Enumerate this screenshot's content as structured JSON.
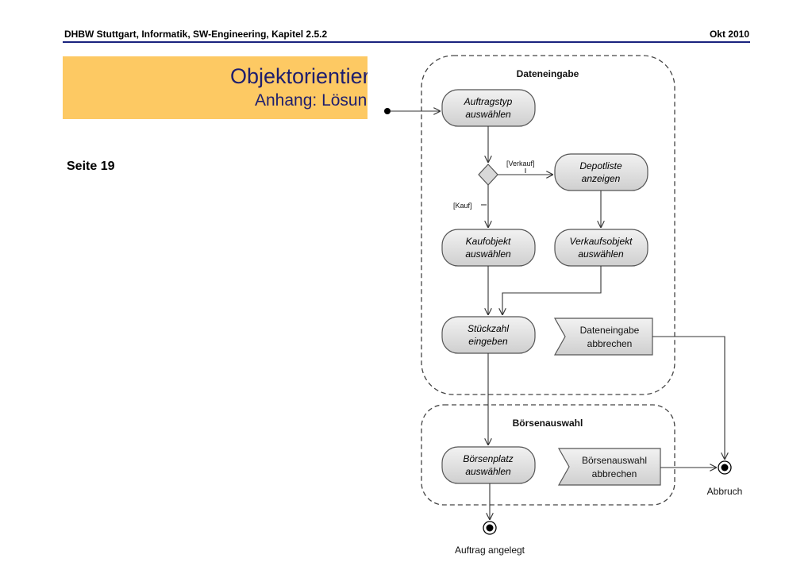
{
  "header": {
    "left": "DHBW Stuttgart, Informatik, SW-Engineering, Kapitel 2.5.2",
    "right": "Okt 2010"
  },
  "title": {
    "main": "Objektorientierte Analyse",
    "sub": "Anhang: Lösungen"
  },
  "page_label": "Seite 19",
  "diagram": {
    "region_data_entry": "Dateneingabe",
    "region_exchange": "Börsenauswahl",
    "actions": {
      "order_type": [
        "Auftragstyp",
        "auswählen"
      ],
      "depot_list": [
        "Depotliste",
        "anzeigen"
      ],
      "buy_object": [
        "Kaufobjekt",
        "auswählen"
      ],
      "sell_object": [
        "Verkaufsobjekt",
        "auswählen"
      ],
      "quantity": [
        "Stückzahl",
        "eingeben"
      ],
      "exchange_place": [
        "Börsenplatz",
        "auswählen"
      ]
    },
    "signals": {
      "cancel_entry": [
        "Dateneingabe",
        "abbrechen"
      ],
      "cancel_exchange": [
        "Börsenauswahl",
        "abbrechen"
      ]
    },
    "guards": {
      "sell": "[Verkauf]",
      "buy": "[Kauf]"
    },
    "finals": {
      "abort": "Abbruch",
      "order_created": "Auftrag angelegt"
    }
  }
}
